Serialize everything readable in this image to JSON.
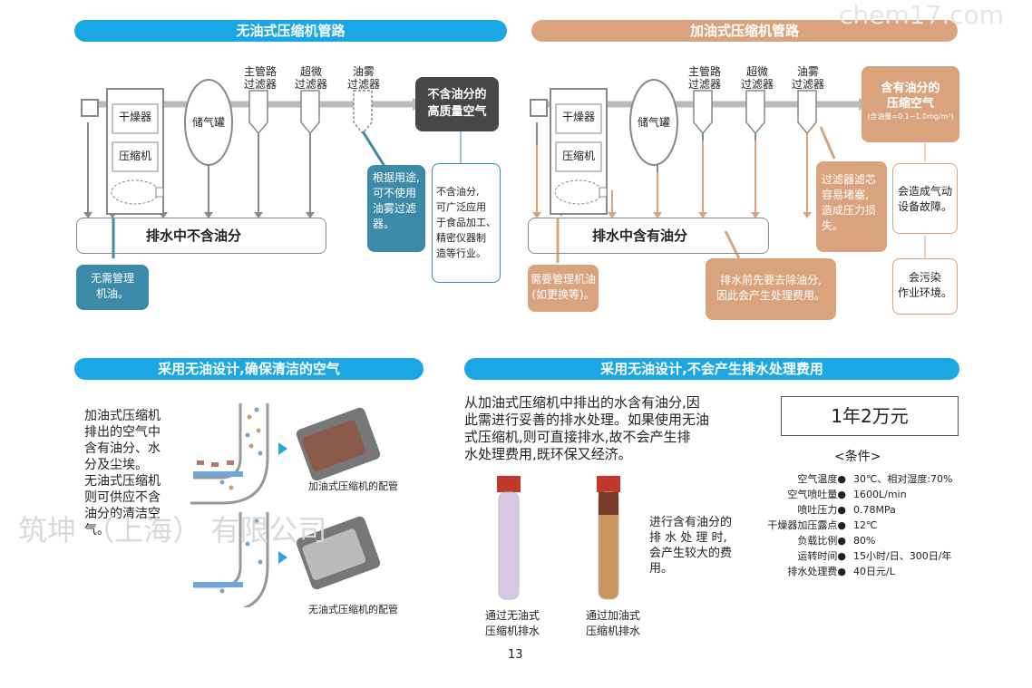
{
  "top_left": {
    "header": "无油式压缩机管路",
    "filters": [
      "主管路\n过滤器",
      "超微\n过滤器",
      "油雾\n过滤器"
    ],
    "dryer": "干燥器",
    "compressor": "压缩机",
    "tank": "储气罐",
    "output": "不含油分的\n高质量空气",
    "drain": "排水中不含油分",
    "note_oil": "无需管理\n机油。",
    "note_filter": "根据用途,\n可不使用\n油雾过滤\n器。",
    "note_use": "不含油分,\n可广泛应用\n于食品加工、\n精密仪器制\n造等行业。"
  },
  "top_right": {
    "header": "加油式压缩机管路",
    "filters": [
      "主管路\n过滤器",
      "超微\n过滤器",
      "油雾\n过滤器"
    ],
    "dryer": "干燥器",
    "compressor": "压缩机",
    "tank": "储气罐",
    "output": "含有油分的\n压缩空气",
    "output_sub": "(含油量=0.1~1.0mg/m³)",
    "drain": "排水中含有油分",
    "note_oil": "需要管理机油\n(如更换等)。",
    "note_drain": "排水前先要去除油分,\n因此会产生处理费用。",
    "note_filter": "过滤器滤芯\n容易堵塞,\n造成压力损\n失。",
    "note_fault": "会造成气动\n设备故障。",
    "note_env": "会污染\n作业环境。"
  },
  "bottom_left": {
    "header": "采用无油设计,确保清洁的空气",
    "text": "加油式压缩机\n排出的空气中\n含有油分、水\n分及尘埃。\n无油式压缩机\n则可供应不含\n油分的清洁空\n气。",
    "pipe1_caption": "加油式压缩机的配管",
    "pipe2_caption": "无油式压缩机的配管"
  },
  "bottom_right": {
    "header": "采用无油设计,不会产生排水处理费用",
    "text": "从加油式压缩机中排出的水含有油分,因\n此需进行妥善的排水处理。如果使用无油\n式压缩机,则可直接排水,故不会产生排\n水处理费用,既环保又经济。",
    "cost": "1年2万元",
    "cond_title": "<条件>",
    "conditions": [
      {
        "k": "空气温度●",
        "v": "30℃、相对湿度:70%"
      },
      {
        "k": "空气喷吐量●",
        "v": "1600L/min"
      },
      {
        "k": "喷吐压力●",
        "v": "0.78MPa"
      },
      {
        "k": "干燥器加压露点●",
        "v": "12℃"
      },
      {
        "k": "负载比例●",
        "v": "80%"
      },
      {
        "k": "运转时间●",
        "v": "15小时/日、300日/年"
      },
      {
        "k": "排水处理费●",
        "v": "40日元/L"
      }
    ],
    "tube1_caption": "通过无油式\n压缩机排水",
    "tube2_caption": "通过加油式\n压缩机排水",
    "tube_note": "进行含有油分的\n排 水 处 理 时,\n会产生较大的费\n用。"
  },
  "page_number": "13",
  "watermark_company": "筑坤 （上海） 有限公司",
  "watermark_site": "chem17.com",
  "colors": {
    "blue": "#1aa7e3",
    "tan": "#d9a37e",
    "teal": "#3a8aa8",
    "dark": "#474747"
  }
}
